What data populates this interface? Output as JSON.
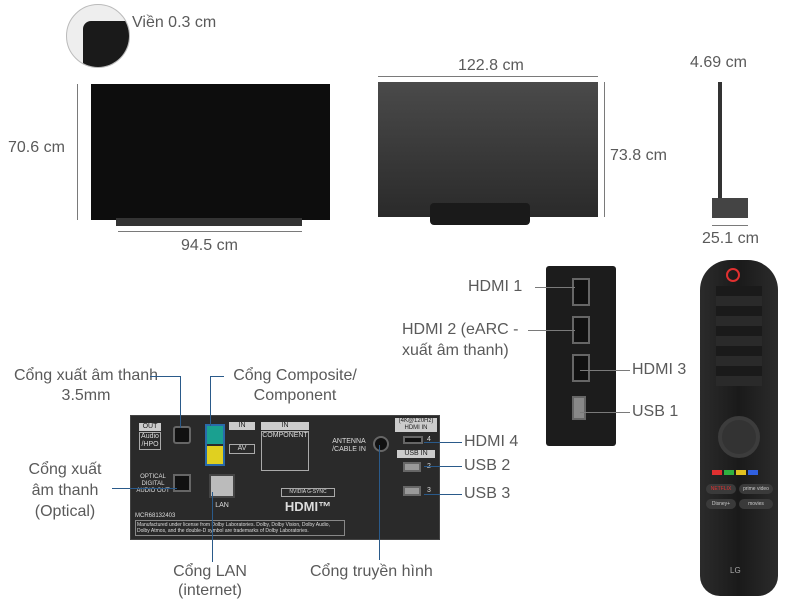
{
  "dimensions": {
    "bezel": "Viền 0.3 cm",
    "front_height": "70.6 cm",
    "front_stand_width": "94.5 cm",
    "back_width": "122.8 cm",
    "back_height": "73.8 cm",
    "side_depth": "4.69 cm",
    "side_stand_depth": "25.1 cm"
  },
  "side_ports": {
    "hdmi1": "HDMI 1",
    "hdmi2": "HDMI 2 (eARC -",
    "hdmi2b": "xuất âm thanh)",
    "hdmi3": "HDMI 3",
    "usb1": "USB 1"
  },
  "back_labels": {
    "audio_out": "Cổng xuất âm thanh",
    "audio_out2": "3.5mm",
    "composite": "Cổng Composite/",
    "composite2": "Component",
    "optical": "Cổng xuất",
    "optical2": "âm thanh",
    "optical3": "(Optical)",
    "lan": "Cổng LAN",
    "lan2": "(internet)",
    "antenna": "Cổng truyền hình",
    "hdmi4": "HDMI 4",
    "usb2": "USB 2",
    "usb3": "USB 3"
  },
  "panel": {
    "out": "OUT",
    "audio_hpo": "Audio /HPO",
    "in": "IN",
    "in2": "IN",
    "component": "COMPONENT",
    "av": "AV",
    "optical": "OPTICAL DIGITAL AUDIO OUT",
    "lan": "LAN",
    "antenna": "ANTENNA /CABLE IN",
    "hdmi_in": "(4K@120Hz) HDMI IN",
    "usb_in": "USB IN",
    "n4": "4",
    "n2": "2",
    "n3": "3",
    "model": "MCR68132403",
    "license": "Manufactured under license from Dolby Laboratories. Dolby, Dolby Vision, Dolby Audio, Dolby Atmos, and the double-D symbol are trademarks of Dolby Laboratories.",
    "hdmi_logo": "HDMI™",
    "nvidia": "NVIDIA G-SYNC"
  },
  "remote": {
    "brand": "LG",
    "netflix": "NETFLIX",
    "prime": "prime video",
    "disney": "Disney+",
    "movies": "movies"
  }
}
